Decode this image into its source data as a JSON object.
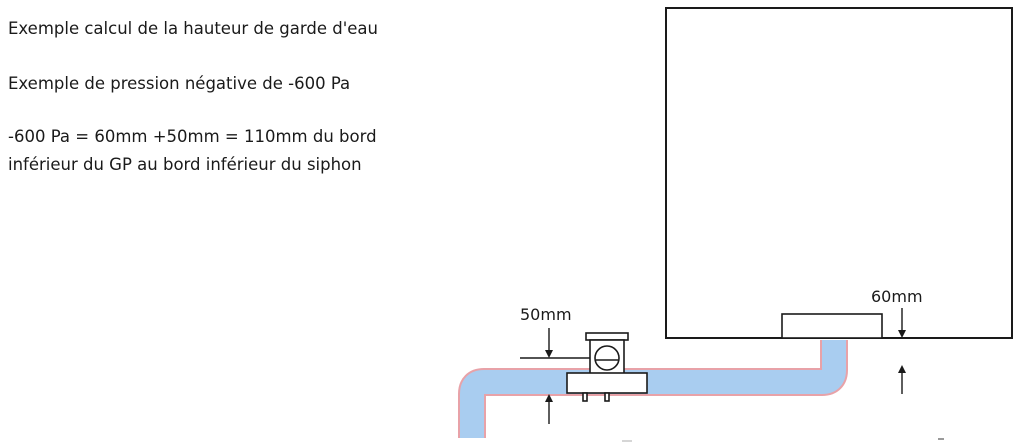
{
  "text": {
    "line1": "Exemple calcul de la hauteur de garde d'eau",
    "line2": "Exemple de pression négative de  -600 Pa",
    "line3": "-600 Pa = 60mm +50mm = 110mm du bord",
    "line4": "inférieur du GP au bord inférieur du siphon"
  },
  "diagram": {
    "label_left": "50mm",
    "label_right": "60mm",
    "colors": {
      "water": "#a9cdf0",
      "pipe_outline": "#e8a2a8",
      "line": "#1a1a1a"
    }
  }
}
